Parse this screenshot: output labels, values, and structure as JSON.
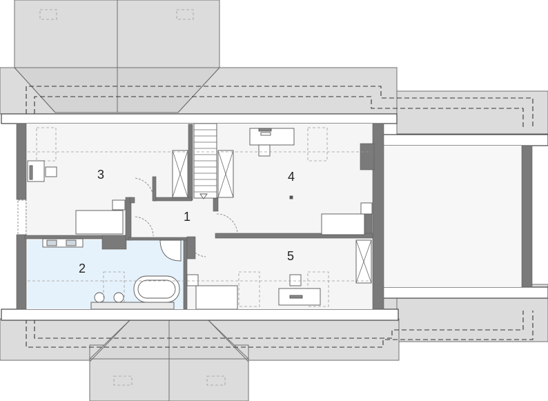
{
  "rooms": [
    {
      "id": "1",
      "label": "1"
    },
    {
      "id": "2",
      "label": "2"
    },
    {
      "id": "3",
      "label": "3"
    },
    {
      "id": "4",
      "label": "4"
    },
    {
      "id": "5",
      "label": "5"
    }
  ],
  "colors": {
    "roof": "#dcdcdc",
    "wall": "#7a7a7a",
    "floor": "#f5f5f5",
    "bathroom": "#e6f2fb"
  }
}
